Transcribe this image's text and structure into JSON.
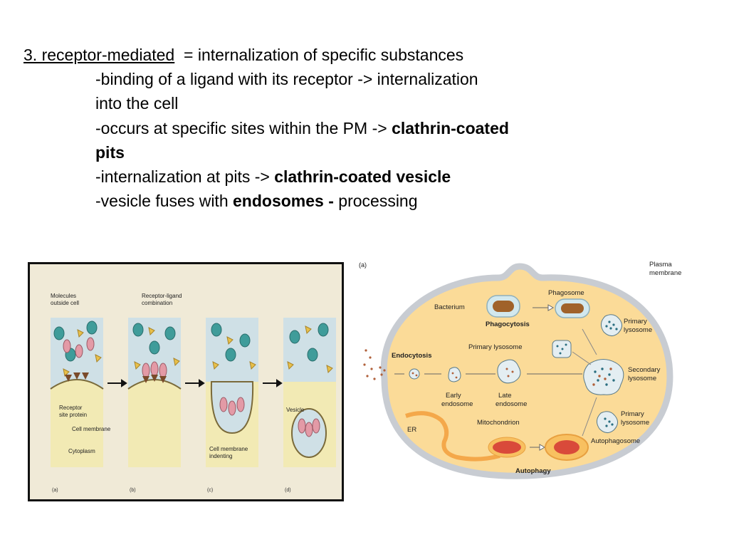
{
  "slide": {
    "heading": {
      "key": "3. receptor-mediated",
      "rest": "= internalization of specific substances"
    },
    "bullets": [
      {
        "a": "-binding of a ligand with its receptor -> internalization"
      },
      {
        "a": "into the cell"
      },
      {
        "a": "-occurs at specific sites within the PM -> ",
        "b": "clathrin-coated"
      },
      {
        "b": "pits"
      },
      {
        "a": "-internalization at pits -> ",
        "b": "clathrin-coated vesicle"
      },
      {
        "a": "-vesicle fuses with ",
        "b": "endosomes - ",
        "c": "processing"
      }
    ]
  },
  "figure_left": {
    "labels": {
      "molecules": [
        "Molecules",
        "outside cell"
      ],
      "receptor_ligand": [
        "Receptor-ligand",
        "combination"
      ],
      "receptor_site": [
        "Receptor",
        "site protein"
      ],
      "cell_membrane": "Cell membrane",
      "cytoplasm": "Cytoplasm",
      "indenting": [
        "Cell membrane",
        "indenting"
      ],
      "vesicle": "Vesicle"
    },
    "panels": [
      "(a)",
      "(b)",
      "(c)",
      "(d)"
    ]
  },
  "figure_right": {
    "tag": "(a)",
    "labels": {
      "plasma_membrane": [
        "Plasma",
        "membrane"
      ],
      "phagosome": "Phagosome",
      "bacterium": "Bacterium",
      "phagocytosis": "Phagocytosis",
      "primary_lysosome_top": [
        "Primary",
        "lysosome"
      ],
      "primary_lysosome_mid": "Primary lysosome",
      "endocytosis": "Endocytosis",
      "secondary_lysosome": [
        "Secondary",
        "lysosome"
      ],
      "early_endosome": [
        "Early",
        "endosome"
      ],
      "late_endosome": [
        "Late",
        "endosome"
      ],
      "er": "ER",
      "mitochondrion": "Mitochondrion",
      "primary_lysosome_bottom": [
        "Primary",
        "lysosome"
      ],
      "autophagosome": "Autophagosome",
      "autophagy": "Autophagy"
    }
  }
}
